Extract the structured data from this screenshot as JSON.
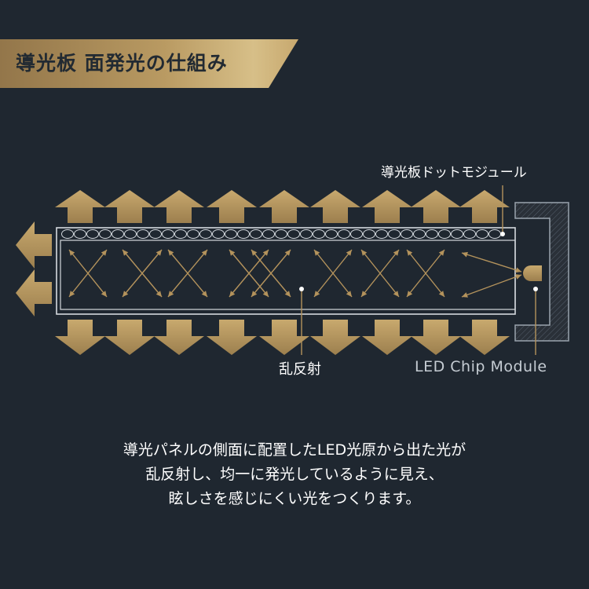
{
  "banner": {
    "title": "導光板 面発光の仕組み"
  },
  "diagram": {
    "labels": {
      "dot_module": "導光板ドットモジュール",
      "diffuse_reflection": "乱反射",
      "led_chip_module": "LED Chip Module"
    }
  },
  "description": {
    "lines": [
      "導光パネルの側面に配置したLED光原から出た光が",
      "乱反射し、均一に発光しているように見え、",
      "眩しさを感じにくい光をつくります。"
    ]
  },
  "colors": {
    "background": "#1f2730",
    "gold": "#b4935c",
    "panel_line": "#d4d9de",
    "text": "#ffffff",
    "led_housing": "#2a3038"
  }
}
